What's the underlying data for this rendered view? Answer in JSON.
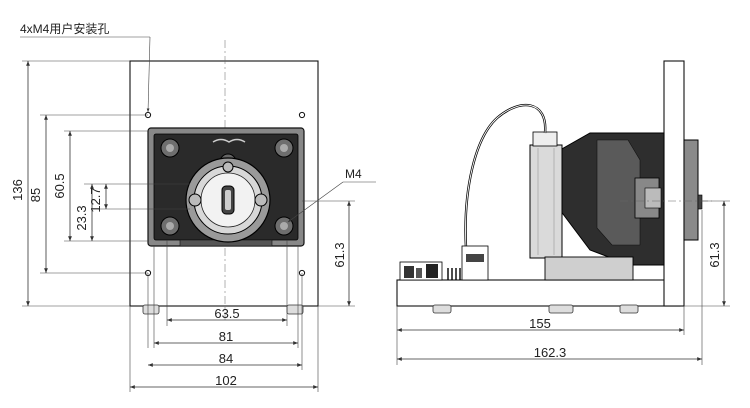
{
  "front_view": {
    "hole_note": "4xM4用户安装孔",
    "thread_note": "M4",
    "dims": {
      "height_total": "136",
      "height_inner": "85",
      "height_60": "60.5",
      "height_23": "23.3",
      "height_12": "12.7",
      "height_61": "61.3",
      "width_63": "63.5",
      "width_81": "81",
      "width_84": "84",
      "width_102": "102"
    }
  },
  "side_view": {
    "dims": {
      "length_155": "155",
      "length_162": "162.3",
      "height_61": "61.3"
    }
  }
}
